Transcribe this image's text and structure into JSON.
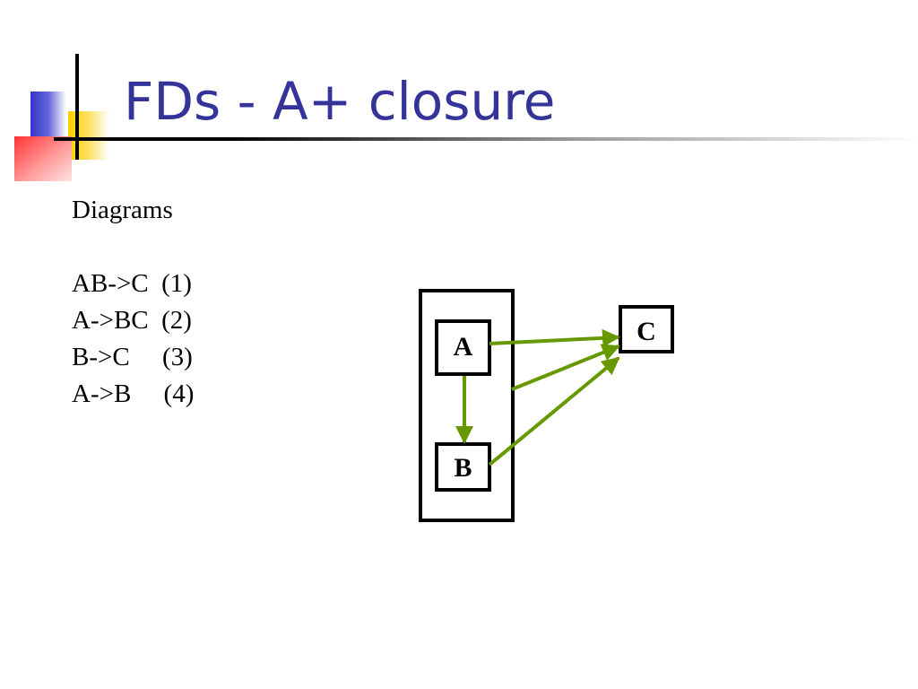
{
  "slide": {
    "title": "FDs - A+ closure"
  },
  "content": {
    "heading": "Diagrams",
    "dependencies": [
      "AB->C  (1)",
      "A->BC  (2)",
      "B->C     (3)",
      "A->B     (4)"
    ]
  },
  "diagram": {
    "nodes": {
      "a": "A",
      "b": "B",
      "c": "C"
    },
    "colors": {
      "arrow": "#669900",
      "box": "#000000"
    }
  },
  "colors": {
    "title": "#333399"
  }
}
